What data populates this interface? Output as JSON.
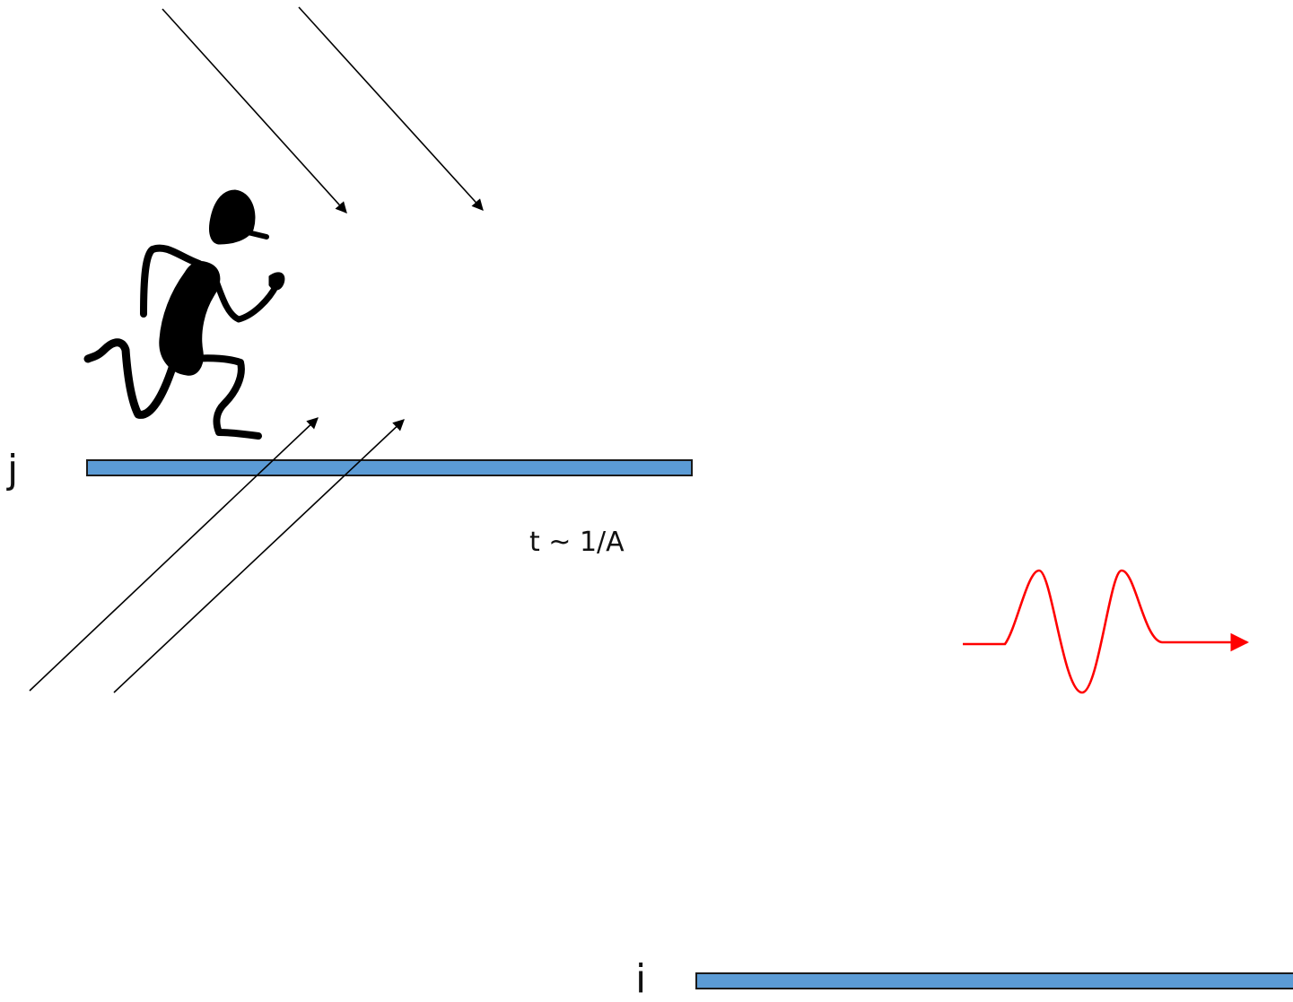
{
  "labels": {
    "level_j": "j",
    "level_i": "i",
    "time_scale": "t ~ 1/A"
  },
  "colors": {
    "level_fill": "#5b9bd5",
    "level_stroke": "#1a1a1a",
    "wave": "#ff0000",
    "arrows": "#000000",
    "figure": "#000000"
  },
  "icons": {
    "figure": "running-person-icon",
    "wave": "wave-packet-icon"
  }
}
